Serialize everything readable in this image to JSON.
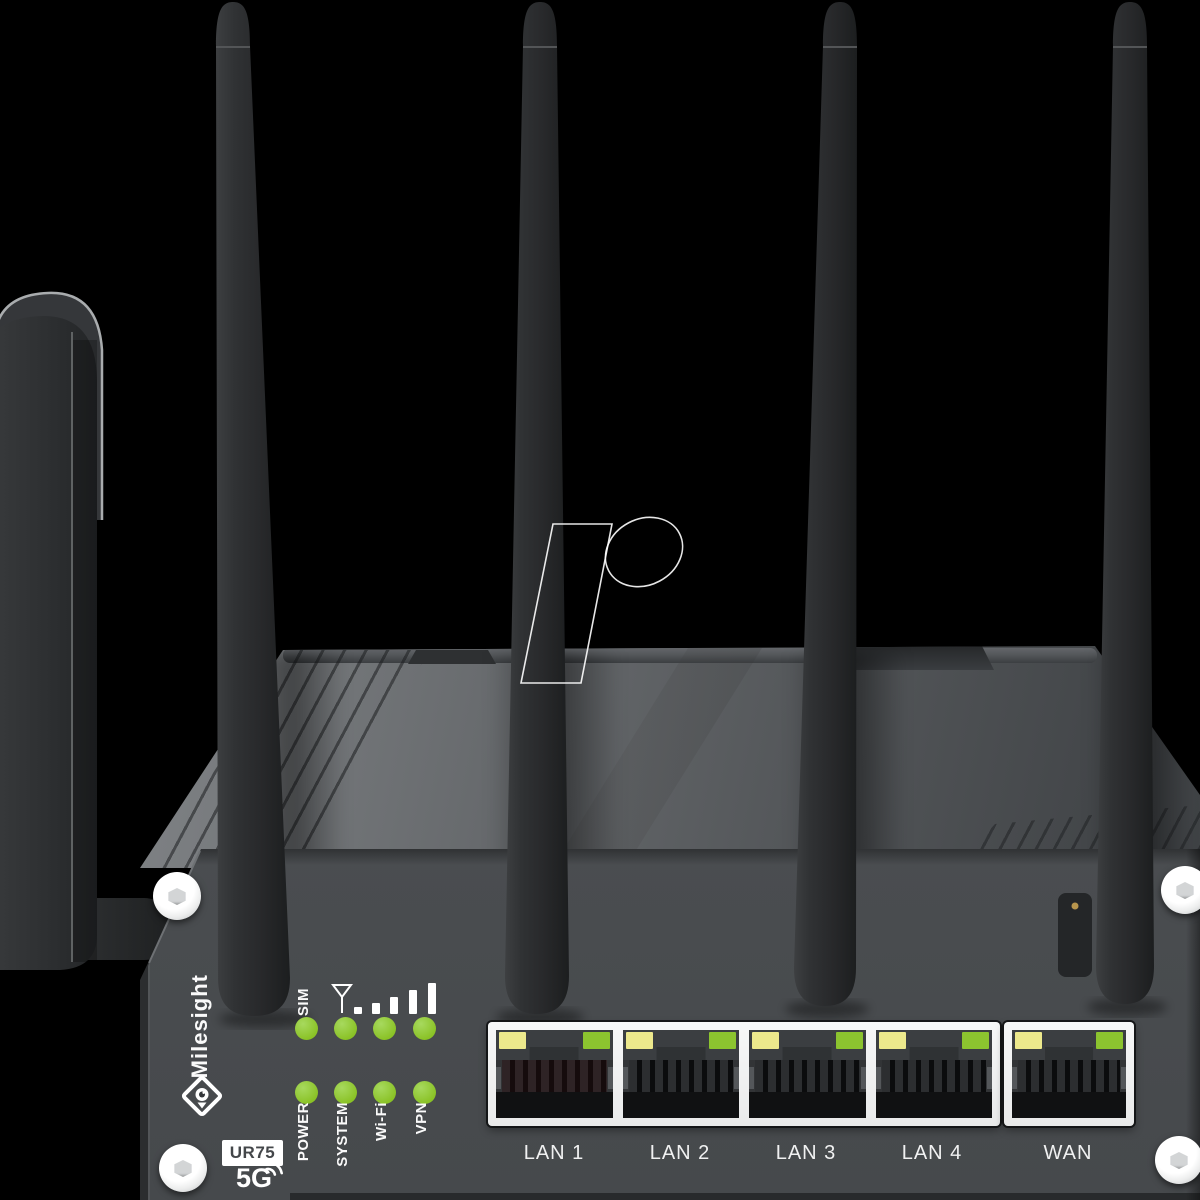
{
  "product": {
    "brand": "Milesight",
    "model": "UR75",
    "technology": "5G"
  },
  "status_leds": {
    "sim": "SIM",
    "signal": {
      "icon": "cellular-antenna-with-bars",
      "bars": 5
    },
    "bottom": [
      "POWER",
      "SYSTEM",
      "Wi-Fi",
      "VPN"
    ],
    "led_color": "#8cc32d"
  },
  "ports": {
    "labels": [
      "LAN 1",
      "LAN 2",
      "LAN 3",
      "LAN 4",
      "WAN"
    ],
    "left_led_color": "#ece88c",
    "right_led_color": "#8cc42f"
  },
  "watermark": {
    "icon": "reichelt-p-outline"
  },
  "colors": {
    "background": "#000000",
    "panel": "#4a4d50",
    "antenna": "#2b2d2f",
    "label_text": "#ffffff"
  }
}
